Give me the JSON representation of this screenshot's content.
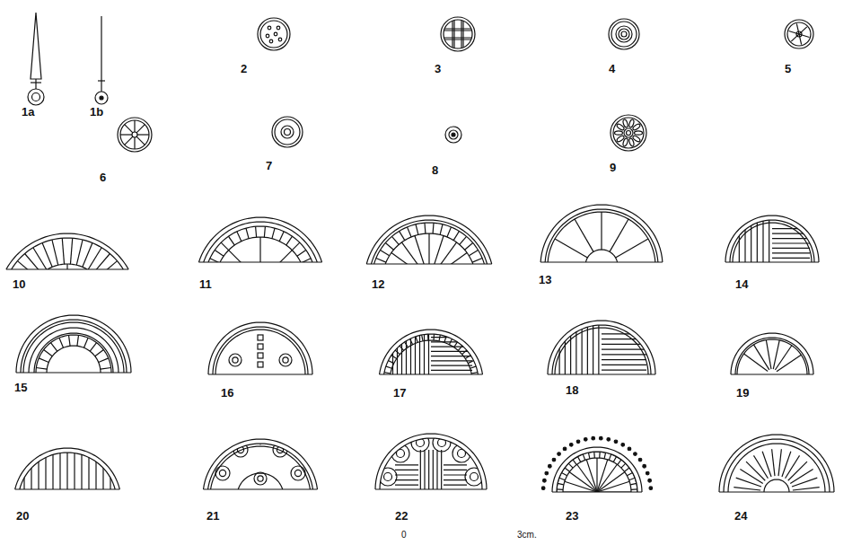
{
  "diagram": {
    "labels": [
      "1a",
      "1b",
      "2",
      "3",
      "4",
      "5",
      "6",
      "7",
      "8",
      "9",
      "10",
      "11",
      "12",
      "13",
      "14",
      "15",
      "16",
      "17",
      "18",
      "19",
      "20",
      "21",
      "22",
      "23",
      "24",
      "0",
      "3cm."
    ]
  }
}
